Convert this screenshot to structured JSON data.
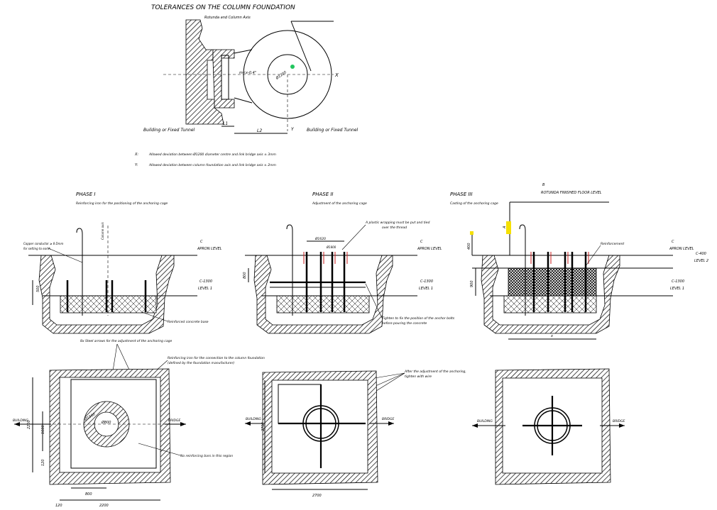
{
  "tolerances": {
    "title": "TOLERANCES ON THE COLUMN FOUNDATION",
    "subtitle": "Rotunda and Column Axis",
    "left_label": "Building or Fixed Tunnel",
    "right_label": "Building or Fixed Tunnel",
    "x_axis": "X",
    "y_axis": "Y",
    "dim_m": "m<x-0,4\"",
    "dim_dia": "Ø1200",
    "dim_l1": "L1",
    "dim_l2": "L2",
    "note_x_key": "X:",
    "note_x": "Allowed deviation between Ø1200 diameter centre and link bridge axis ± 3mm",
    "note_y_key": "Y:",
    "note_y": "Allowed deviation between column foundation axis and link bridge axis ± 2mm"
  },
  "phase1": {
    "title": "PHASE I",
    "desc": "Reinforcing iron for the positioning of the anchoring cage",
    "label_copper": "Copper conductor ≥ 8 Dmm",
    "label_copper2": "for setting to earth",
    "label_column": "Column axis",
    "level_c": "C",
    "apron": "APRON LEVEL",
    "level_c1300": "C-1300",
    "level1": "LEVEL 1",
    "dim_500": "500",
    "label_base": "Reinforced concrete base",
    "label_arrows": "8x Steel arrows for the adjustment of the anchoring cage",
    "label_iron": "Reinforcing iron for the connection to the column foundation",
    "label_iron2": "(defined by the foundation manufacturer)",
    "label_noreinf": "No reinforcing bars in this region",
    "dim_2200v": "2200",
    "dim_1600": "1600",
    "dim_120v": "120",
    "dim_800": "800",
    "dim_2200": "2200",
    "dim_120": "120",
    "dim_1500": "Ø1500",
    "dim_800c": "Ø800",
    "building": "BUILDING",
    "bridge": "BRIDGE"
  },
  "phase2": {
    "title": "PHASE  II",
    "desc": "Adjustment of the anchoring cage",
    "label_plastic": "A plastic wrapping must be put and tied",
    "label_plastic2": "over the thread",
    "dim_top": "Ø1620",
    "dim_top2": "Ø1800",
    "apron": "APRON LEVEL",
    "level_c": "C",
    "level_c1300": "C-1300",
    "level1": "LEVEL 1",
    "dim_800": "800",
    "label_tighten": "Tighten to fix the position of the anchor bolts",
    "label_tighten2": "before pouring the concrete",
    "label_after": "After the adjustment of the anchoring,",
    "label_after2": "tighten with wire",
    "dim_2700v": "2700",
    "dim_2700": "2700",
    "building": "BUILDING",
    "bridge": "BRIDGE"
  },
  "phase3": {
    "title": "PHASE III",
    "desc": "Casting of the anchoring cage",
    "level_b": "B",
    "rotunda": "ROTUNDA FINISHED FLOOR LEVEL",
    "dim_a": "A",
    "dim_400": "400",
    "label_reinf": "Reinforcement",
    "level_c": "C",
    "apron": "APRON LEVEL",
    "level_c400": "C-400",
    "level2": "LEVEL 2",
    "level_c1300": "C-1300",
    "level1": "LEVEL 1",
    "dim_900": "900",
    "dim_x": "x",
    "building": "BUILDING",
    "bridge": "BRIDGE"
  },
  "colors": {
    "ink": "#000000",
    "accent_green": "#22c55e",
    "accent_yellow": "#f5e000",
    "accent_red": "#c81e1e"
  }
}
